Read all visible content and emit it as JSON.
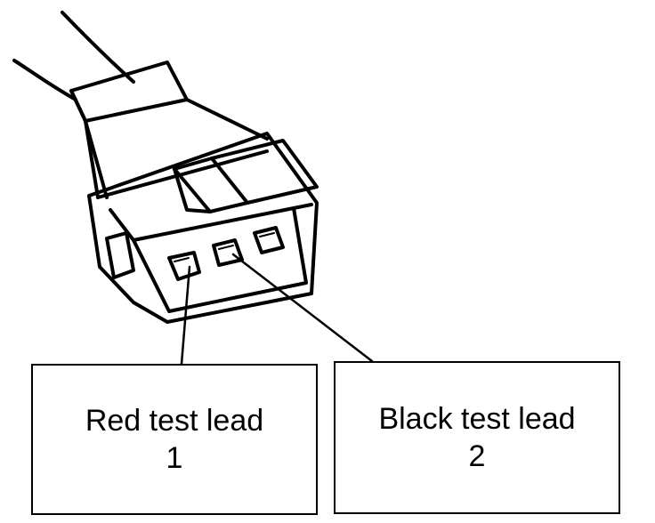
{
  "labels": [
    {
      "text": "Red test lead",
      "number": "1"
    },
    {
      "text": "Black test lead",
      "number": "2"
    }
  ],
  "colors": {
    "ink": "#000000",
    "paper": "#ffffff"
  }
}
